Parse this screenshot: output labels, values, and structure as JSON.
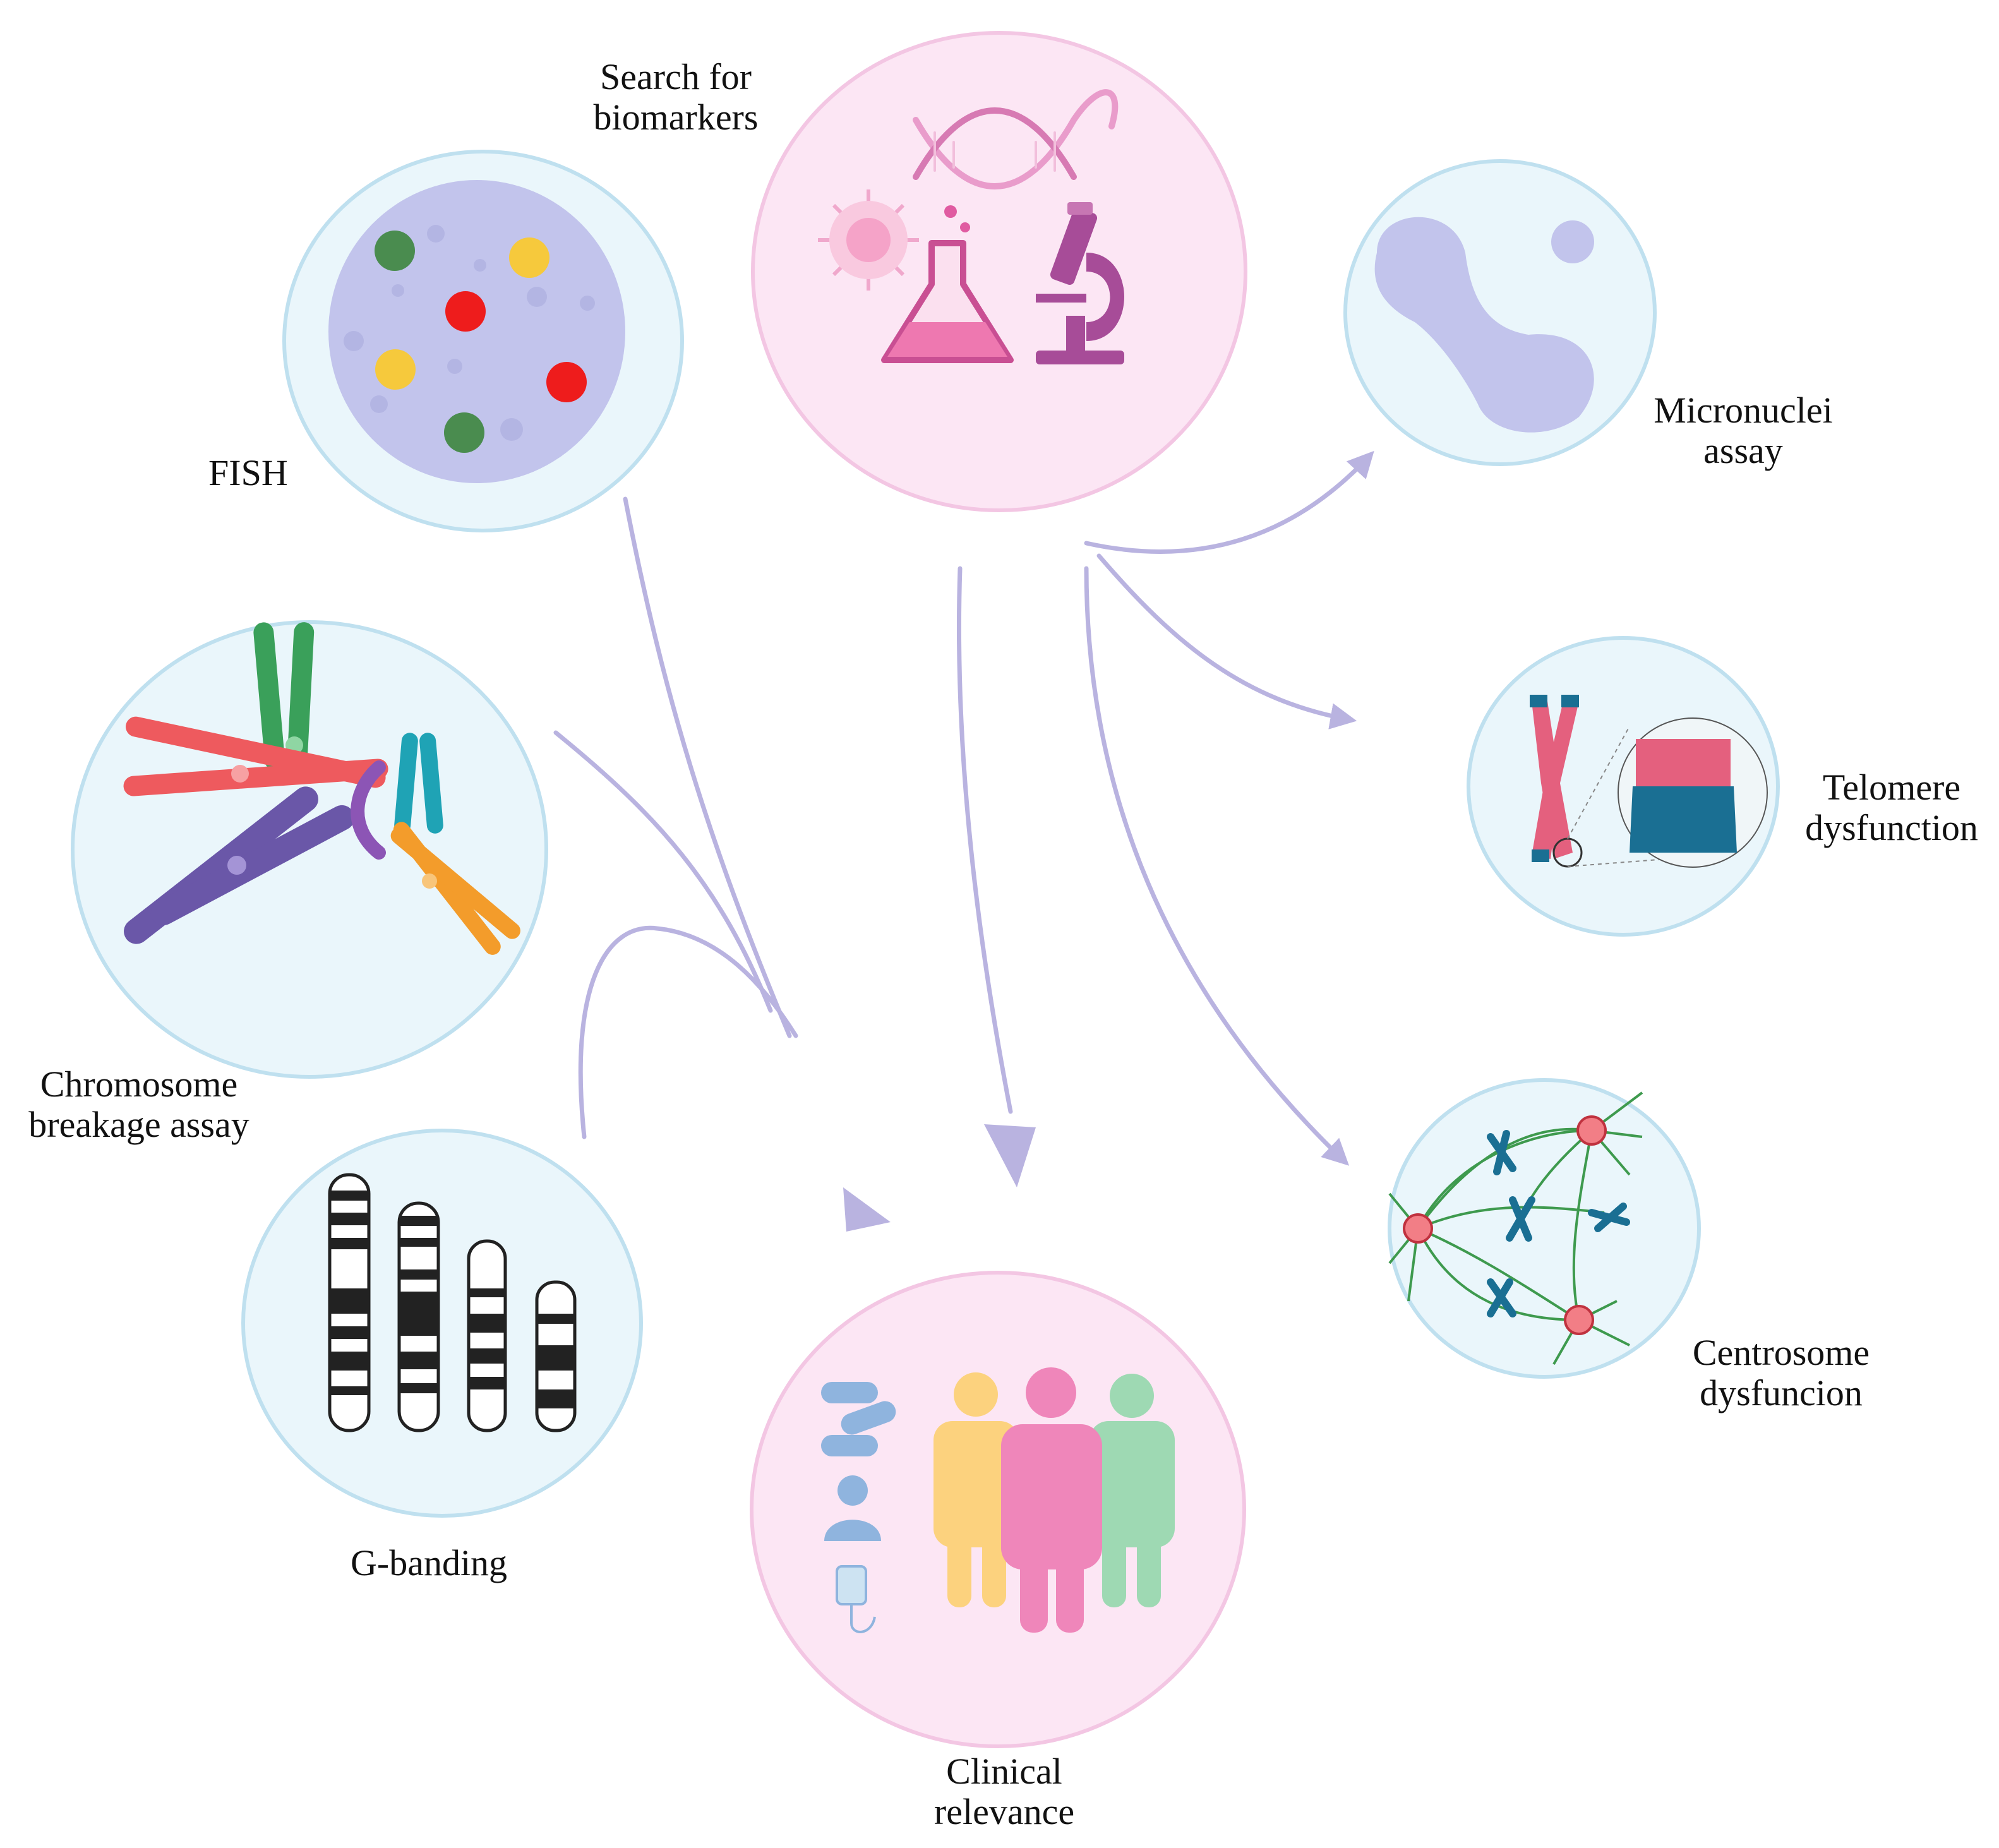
{
  "labels": {
    "search": [
      "Search for",
      "biomarkers"
    ],
    "fish": "FISH",
    "micronuclei": [
      "Micronuclei",
      "assay"
    ],
    "telomere": [
      "Telomere",
      "dysfunction"
    ],
    "chromosome_breakage": [
      "Chromosome",
      "breakage assay"
    ],
    "centrosome": [
      "Centrosome",
      "dysfuncion"
    ],
    "gbanding": "G-banding",
    "clinical": [
      "Clinical",
      "relevance"
    ]
  },
  "colors": {
    "blue_circle_fill": "#eaf6fb",
    "blue_circle_stroke": "#bfe0ef",
    "pink_circle_fill": "#fce6f4",
    "pink_circle_stroke": "#f3c6e3",
    "arrow": "#b9b3e0",
    "nucleus": "#c2c4ec",
    "fish_green": "#4a8c4f",
    "fish_yellow": "#f6c93c",
    "fish_red": "#ee1c1c"
  }
}
